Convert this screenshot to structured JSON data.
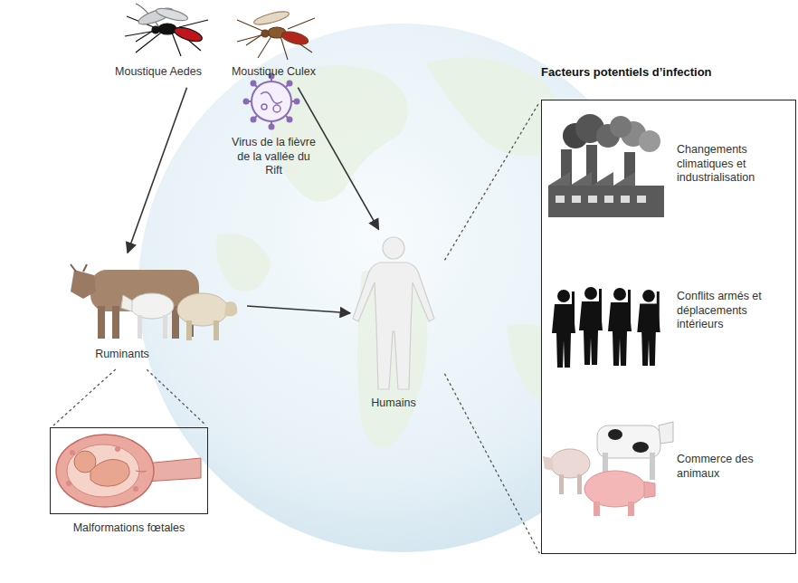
{
  "diagram": {
    "nodes": [
      {
        "text": [
          "Moustique Aedes"
        ]
      },
      {
        "text": [
          "Moustique Culex"
        ]
      },
      {
        "text": [
          "Virus de la fièvre de la vallée du Rift"
        ]
      },
      {
        "text": [
          "Ruminants"
        ]
      },
      {
        "text": [
          "Humains"
        ]
      },
      {
        "text": [
          "Malformations fœtales"
        ]
      },
      {
        "text": [
          "Facteurs potentiels d’infection"
        ]
      },
      {
        "text": [
          "Changements climatiques et industrialisation"
        ],
        "in": 6
      },
      {
        "text": [
          "Conflits armés et déplacements intérieurs"
        ],
        "in": 6
      },
      {
        "text": [
          "Commerce des animaux"
        ],
        "in": 6
      }
    ],
    "edges": [
      {
        "from": 0,
        "to": 3,
        "arrow": "to"
      },
      {
        "from": 1,
        "to": 4,
        "arrow": "to"
      },
      {
        "from": 3,
        "to": 4,
        "arrow": "to"
      },
      {
        "from": 3,
        "to": 5,
        "arrow": "none"
      },
      {
        "from": 4,
        "to": 6,
        "arrow": "none"
      }
    ]
  }
}
